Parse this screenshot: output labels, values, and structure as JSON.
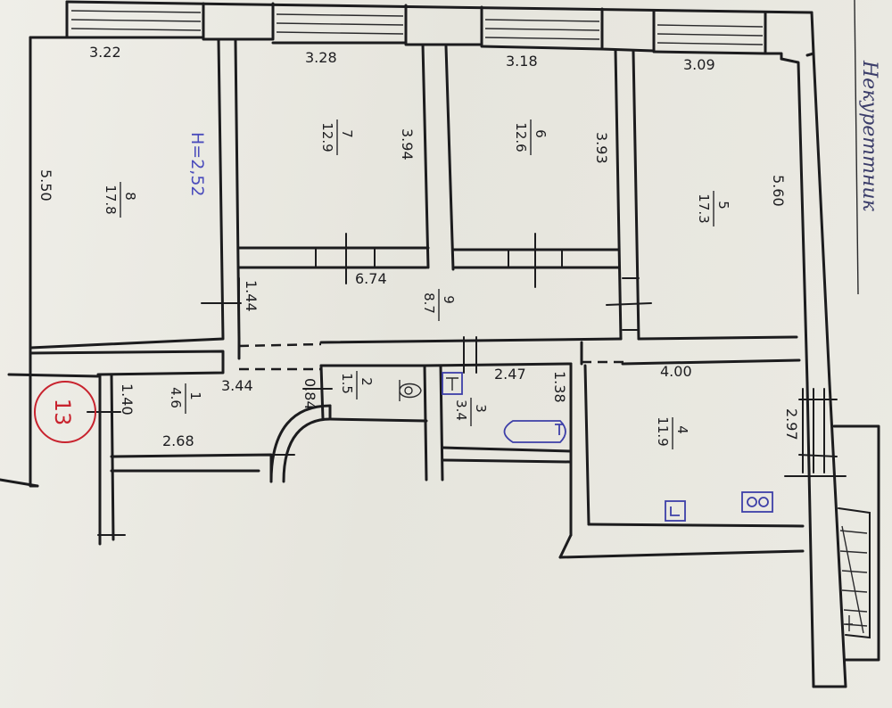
{
  "ceiling_height": "H=2,52",
  "stamp_text": "Некуреттник",
  "sheet_number": "13",
  "dimensions": {
    "d_3_22": "3.22",
    "d_3_28": "3.28",
    "d_3_18": "3.18",
    "d_3_09": "3.09",
    "d_5_50": "5.50",
    "d_3_94": "3.94",
    "d_3_93": "3.93",
    "d_5_60": "5.60",
    "d_6_74": "6.74",
    "d_1_44": "1.44",
    "d_3_44": "3.44",
    "d_0_84": "0.84",
    "d_2_47": "2.47",
    "d_1_38": "1.38",
    "d_4_00": "4.00",
    "d_1_40": "1.40",
    "d_2_68": "2.68",
    "d_2_97": "2.97"
  },
  "rooms": [
    {
      "number": "8",
      "area": "17.8"
    },
    {
      "number": "7",
      "area": "12.9"
    },
    {
      "number": "6",
      "area": "12.6"
    },
    {
      "number": "5",
      "area": "17.3"
    },
    {
      "number": "9",
      "area": "8.7"
    },
    {
      "number": "1",
      "area": "4.6"
    },
    {
      "number": "2",
      "area": "1.5"
    },
    {
      "number": "3",
      "area": "3.4"
    },
    {
      "number": "4",
      "area": "11.9"
    }
  ]
}
